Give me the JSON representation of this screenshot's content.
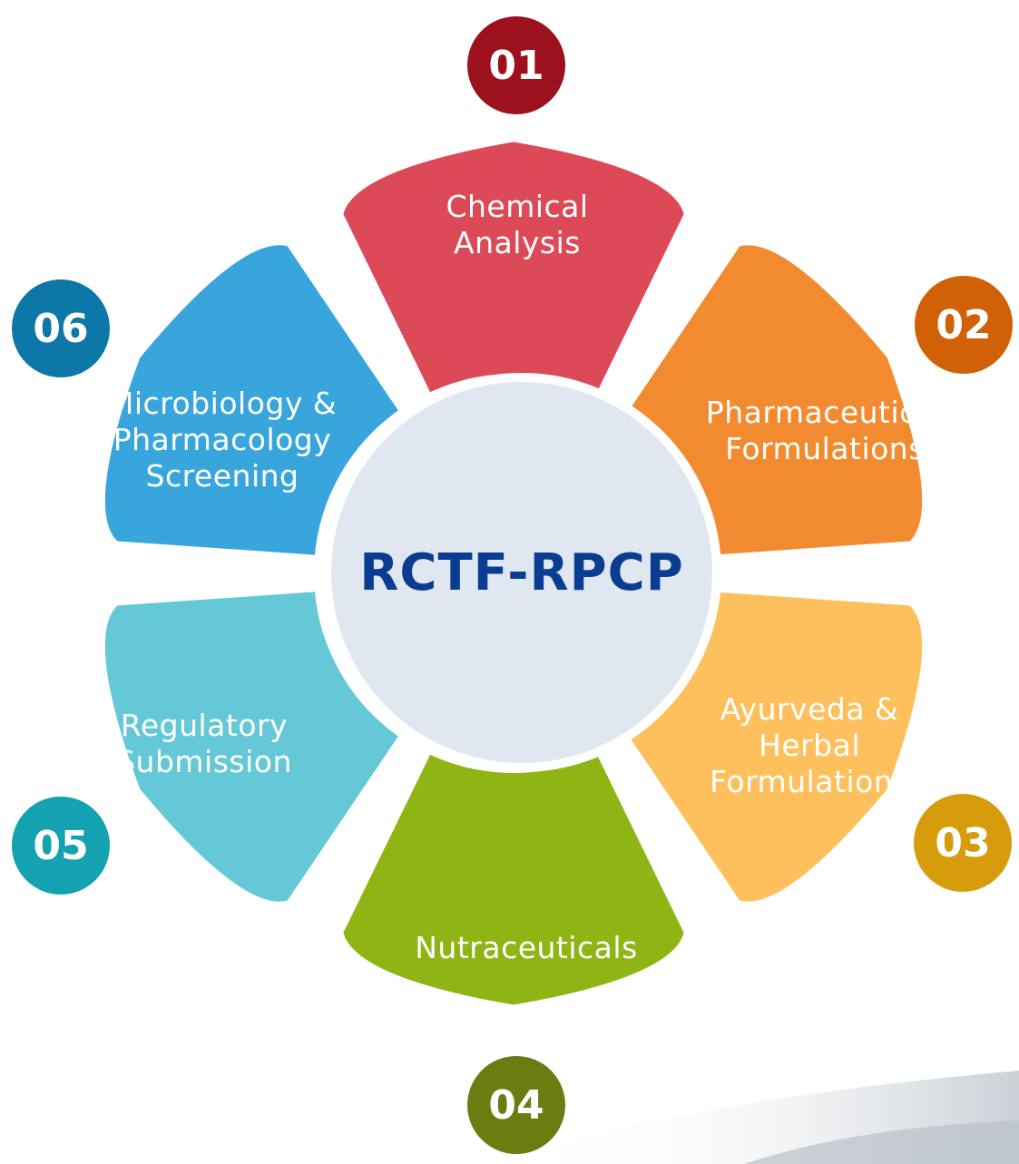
{
  "center": {
    "title": "RCTF-RPCP"
  },
  "segments": [
    {
      "number": "01",
      "lines": [
        "Chemical",
        "Analysis"
      ],
      "color": "#dc4a58",
      "badge_color": "#9c111c"
    },
    {
      "number": "02",
      "lines": [
        "Pharmaceutical",
        "Formulations"
      ],
      "color": "#f28b30",
      "badge_color": "#d06106"
    },
    {
      "number": "03",
      "lines": [
        "Ayurveda &",
        "Herbal",
        "Formulations"
      ],
      "color": "#fdc05c",
      "badge_color": "#d79c0c"
    },
    {
      "number": "04",
      "lines": [
        "Nutraceuticals"
      ],
      "color": "#8fb515",
      "badge_color": "#6b7d10"
    },
    {
      "number": "05",
      "lines": [
        "Regulatory",
        "Submission"
      ],
      "color": "#65c8d6",
      "badge_color": "#14a2b0"
    },
    {
      "number": "06",
      "lines": [
        "Microbiology &",
        "Pharmacology",
        "Screening"
      ],
      "color": "#38a6dc",
      "badge_color": "#0d78a8"
    }
  ]
}
